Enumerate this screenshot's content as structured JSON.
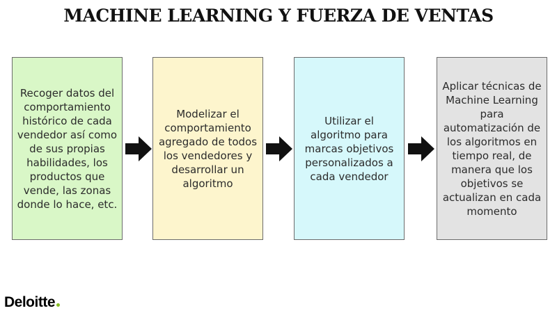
{
  "title": "MACHINE LEARNING Y FUERZA DE VENTAS",
  "steps": [
    {
      "text": "Recoger datos del comportamiento histórico de cada vendedor así como de sus propias habilidades, los productos que vende, las zonas donde lo hace, etc.",
      "color": "#d9f7c7"
    },
    {
      "text": "Modelizar el comportamiento agregado de todos los vendedores y desarrollar un algoritmo",
      "color": "#fdf5cd"
    },
    {
      "text": "Utilizar el algoritmo para marcas objetivos personalizados a cada vendedor",
      "color": "#d6f8fb"
    },
    {
      "text": "Aplicar técnicas de Machine Learning para automatización de los algoritmos en tiempo real, de manera que los objetivos se actualizan en cada momento",
      "color": "#e3e3e3"
    }
  ],
  "arrow_icon": "right-arrow-icon",
  "logo": {
    "text": "Deloitte",
    "dot_color": "#86bc25"
  }
}
